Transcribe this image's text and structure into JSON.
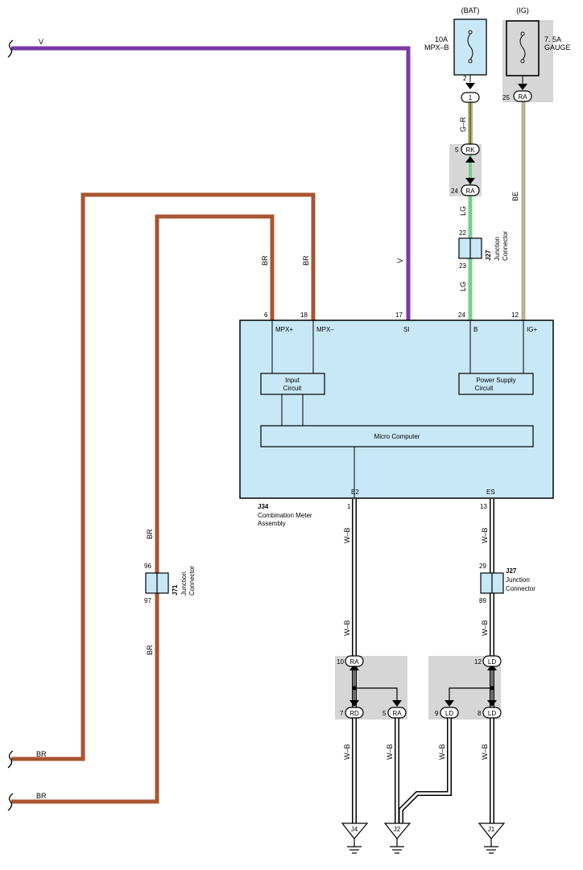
{
  "colors": {
    "violet": "#7a38a6",
    "brown": "#a85530",
    "green": "#7ccc8c",
    "beige": "#c2ad94",
    "ecu_fill": "#c8e8f8",
    "shade": "#d6d6d6"
  },
  "power": {
    "bat_label": "(BAT)",
    "ig_label": "(IG)",
    "fuse1_rating": "10A",
    "fuse1_name": "MPX–B",
    "fuse2_rating": "7. 5A",
    "fuse2_name": "GAUGE",
    "fuse1_pin": "2",
    "fuse2_pin": "25",
    "fuse2_conn": "RA"
  },
  "wires": {
    "v_left": "V",
    "v_vertical": "V",
    "br_1": "BR",
    "br_2": "BR",
    "br_left_upper": "BR",
    "br_left_lower": "BR",
    "br_bottom1": "BR",
    "br_bottom2": "BR",
    "g_r": "G–R",
    "lg_1": "LG",
    "lg_2": "LG",
    "be": "BE",
    "wb_1": "W–B",
    "wb_2": "W–B",
    "wb_3": "W–B",
    "wb_4": "W–B",
    "wb_5": "W–B",
    "wb_6": "W–B",
    "wb_7": "W–B",
    "wb_8": "W–B"
  },
  "connectors": {
    "inline_1": "1",
    "rk_pin": "5",
    "rk_code": "RK",
    "ra_pin": "24",
    "ra_code": "RA",
    "j27_top_pin_a": "22",
    "j27_top_pin_b": "23",
    "j27_top_id": "J27",
    "j27_top_name1": "Junction",
    "j27_top_name2": "Connector",
    "j71_pin_a": "96",
    "j71_pin_b": "97",
    "j71_id": "J71",
    "j71_name1": "Junction",
    "j71_name2": "Connector",
    "j27_bot_pin_a": "29",
    "j27_bot_pin_b": "89",
    "j27_bot_id": "J27",
    "j27_bot_name1": "Junction",
    "j27_bot_name2": "Connector"
  },
  "ecu": {
    "id": "J34",
    "name1": "Combination Meter",
    "name2": "Assembly",
    "pin_mpxp": "6",
    "pin_mpxm": "18",
    "pin_si": "17",
    "pin_b": "24",
    "pin_ig": "12",
    "pin_e2": "1",
    "pin_es": "13",
    "term_mpxp": "MPX+",
    "term_mpxm": "MPX–",
    "term_si": "SI",
    "term_b": "B",
    "term_ig": "IG+",
    "term_e2": "E2",
    "term_es": "ES",
    "input1": "Input",
    "input2": "Circuit",
    "power1": "Power Supply",
    "power2": "Circuit",
    "micro": "Micro Computer"
  },
  "ground_junctions": {
    "a_top_pin": "10",
    "a_top_code": "RA",
    "a_left_pin": "7",
    "a_left_code": "RD",
    "a_right_pin": "5",
    "a_right_code": "RA",
    "b_top_pin": "12",
    "b_top_code": "LD",
    "b_left_pin": "9",
    "b_left_code": "LD",
    "b_right_pin": "8",
    "b_right_code": "LD"
  },
  "grounds": {
    "g1": "J4",
    "g2": "J2",
    "g3": "J1"
  }
}
